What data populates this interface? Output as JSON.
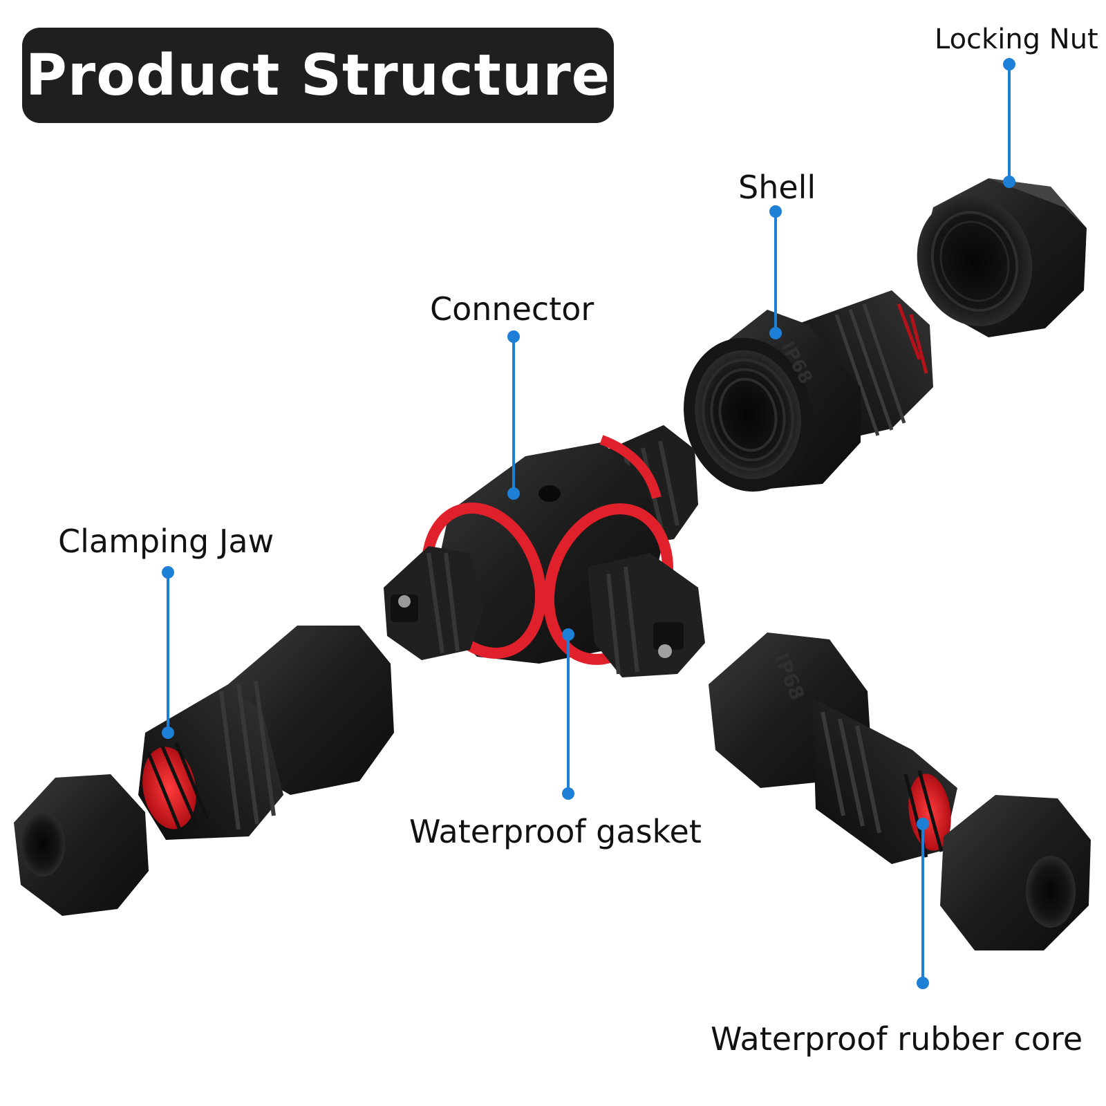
{
  "title": "Product Structure",
  "colors": {
    "title_bg": "#1f1f1f",
    "title_text": "#ffffff",
    "callout_line": "#1e7fd6",
    "part_black": "#1b1b1b",
    "gasket_red": "#e0202a"
  },
  "labels": {
    "locking_nut": "Locking Nut",
    "shell": "Shell",
    "connector": "Connector",
    "clamping_jaw": "Clamping Jaw",
    "waterproof_gasket": "Waterproof gasket",
    "waterproof_rubber_core": "Waterproof rubber core"
  },
  "markings": {
    "shell_ip": "IP68",
    "shell_lower_ip": "IP68"
  }
}
